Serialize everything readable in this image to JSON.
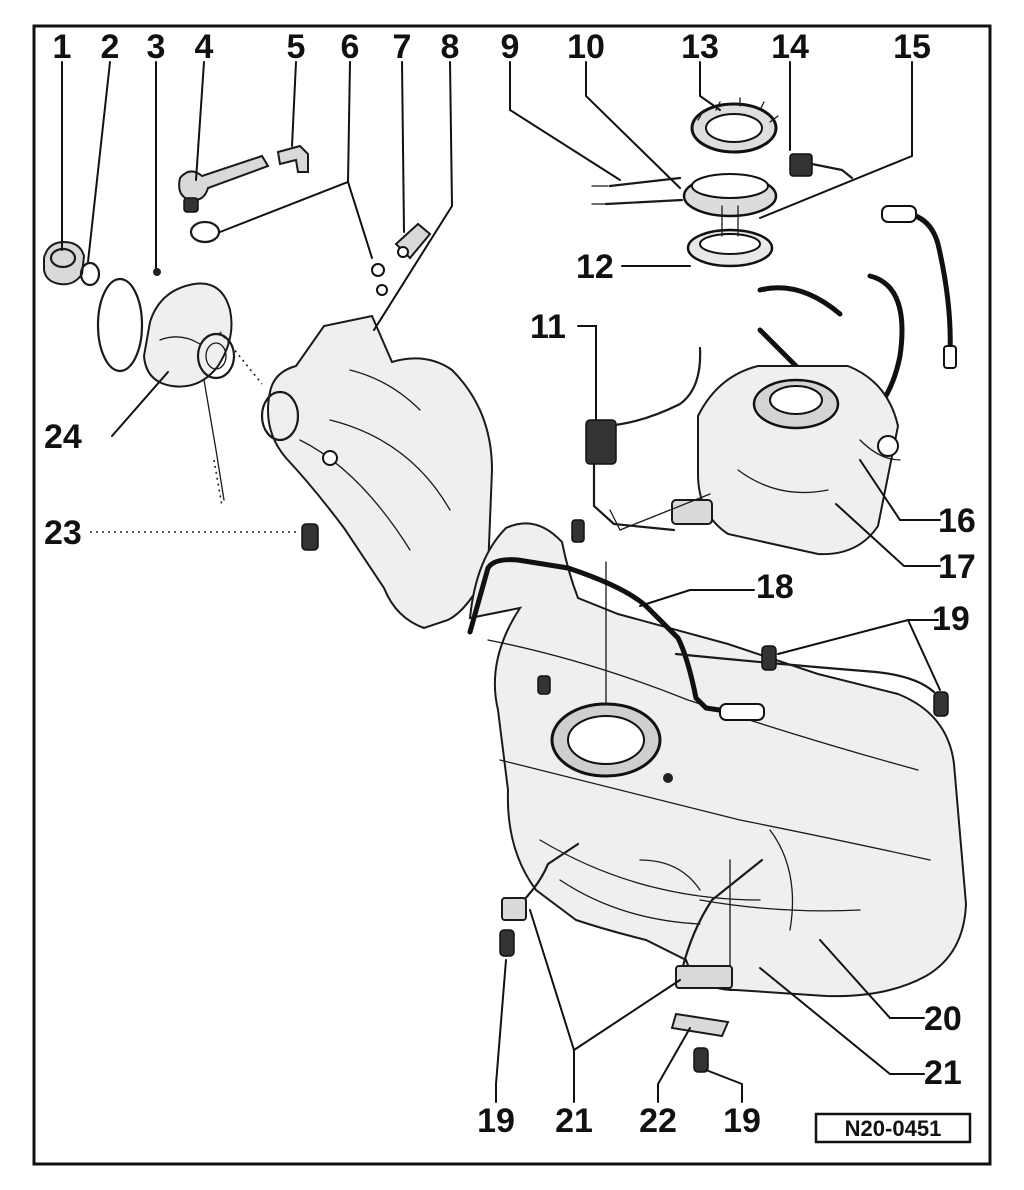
{
  "figure": {
    "reference": "N20-0451",
    "colors": {
      "ink": "#111111",
      "background": "#ffffff"
    },
    "callouts": [
      {
        "id": "c1",
        "text": "1"
      },
      {
        "id": "c2",
        "text": "2"
      },
      {
        "id": "c3",
        "text": "3"
      },
      {
        "id": "c4",
        "text": "4"
      },
      {
        "id": "c5",
        "text": "5"
      },
      {
        "id": "c6",
        "text": "6"
      },
      {
        "id": "c7",
        "text": "7"
      },
      {
        "id": "c8",
        "text": "8"
      },
      {
        "id": "c9",
        "text": "9"
      },
      {
        "id": "c10",
        "text": "10"
      },
      {
        "id": "c13",
        "text": "13"
      },
      {
        "id": "c14",
        "text": "14"
      },
      {
        "id": "c15",
        "text": "15"
      },
      {
        "id": "c12",
        "text": "12"
      },
      {
        "id": "c11",
        "text": "11"
      },
      {
        "id": "c24",
        "text": "24"
      },
      {
        "id": "c16",
        "text": "16"
      },
      {
        "id": "c23",
        "text": "23"
      },
      {
        "id": "c17",
        "text": "17"
      },
      {
        "id": "c18",
        "text": "18"
      },
      {
        "id": "c19a",
        "text": "19"
      },
      {
        "id": "c20",
        "text": "20"
      },
      {
        "id": "c21a",
        "text": "21"
      },
      {
        "id": "c19b",
        "text": "19"
      },
      {
        "id": "c21b",
        "text": "21"
      },
      {
        "id": "c22",
        "text": "22"
      },
      {
        "id": "c19c",
        "text": "19"
      }
    ]
  }
}
